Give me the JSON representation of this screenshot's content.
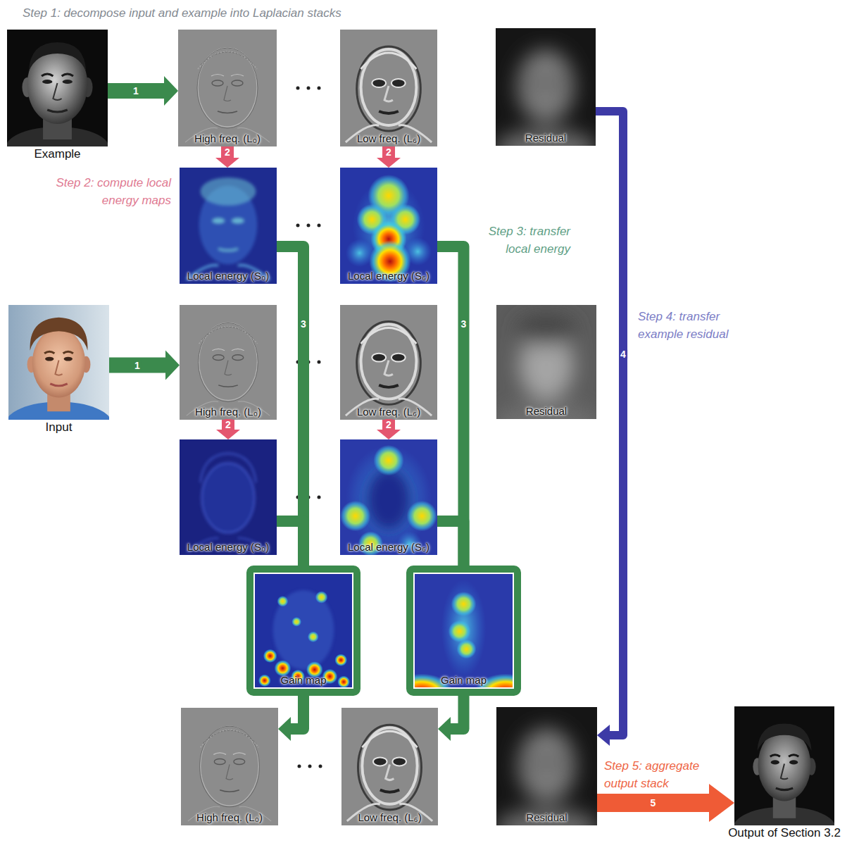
{
  "diagram": {
    "nodes": [
      {
        "text": [
          "Example"
        ]
      },
      {
        "text": [
          "High freq. (L₀)"
        ]
      },
      {
        "text": [
          "Low freq. (L₆)"
        ]
      },
      {
        "text": [
          "Residual"
        ]
      },
      {
        "text": [
          "Local energy (S₀)"
        ]
      },
      {
        "text": [
          "Local energy (S₆)"
        ]
      },
      {
        "text": [
          "Input"
        ]
      },
      {
        "text": [
          "High freq. (L₀)"
        ]
      },
      {
        "text": [
          "Low freq. (L₆)"
        ]
      },
      {
        "text": [
          "Residual"
        ]
      },
      {
        "text": [
          "Local energy (S₀)"
        ]
      },
      {
        "text": [
          "Local energy (S₆)"
        ]
      },
      {
        "text": [
          "Gain map"
        ]
      },
      {
        "text": [
          "Gain map"
        ]
      },
      {
        "text": [
          "High freq. (L₀)"
        ]
      },
      {
        "text": [
          "Low freq. (L₆)"
        ]
      },
      {
        "text": [
          "Residual"
        ]
      },
      {
        "text": [
          "Output of Section 3.2"
        ]
      }
    ],
    "edges": [
      {
        "from": 0,
        "to": 1,
        "label": "1",
        "arrow": "to"
      },
      {
        "from": 6,
        "to": 7,
        "label": "1",
        "arrow": "to"
      },
      {
        "from": 1,
        "to": 4,
        "label": "2",
        "arrow": "to"
      },
      {
        "from": 2,
        "to": 5,
        "label": "2",
        "arrow": "to"
      },
      {
        "from": 7,
        "to": 10,
        "label": "2",
        "arrow": "to"
      },
      {
        "from": 8,
        "to": 11,
        "label": "2",
        "arrow": "to"
      },
      {
        "from": 4,
        "to": 12,
        "label": "3",
        "arrow": "none"
      },
      {
        "from": 10,
        "to": 12,
        "arrow": "none"
      },
      {
        "from": 12,
        "to": 14,
        "arrow": "to"
      },
      {
        "from": 5,
        "to": 13,
        "label": "3",
        "arrow": "none"
      },
      {
        "from": 11,
        "to": 13,
        "arrow": "none"
      },
      {
        "from": 13,
        "to": 15,
        "arrow": "to"
      },
      {
        "from": 3,
        "to": 16,
        "label": "4",
        "arrow": "to"
      },
      {
        "from": 16,
        "to": 17,
        "label": "5",
        "arrow": "to"
      }
    ],
    "labels": [
      "Step 1: decompose input and example into Laplacian stacks",
      "Step 2: compute local energy maps",
      "Step 3: transfer local energy",
      "Step 4: transfer example residual",
      "Step 5: aggregate output stack"
    ]
  }
}
